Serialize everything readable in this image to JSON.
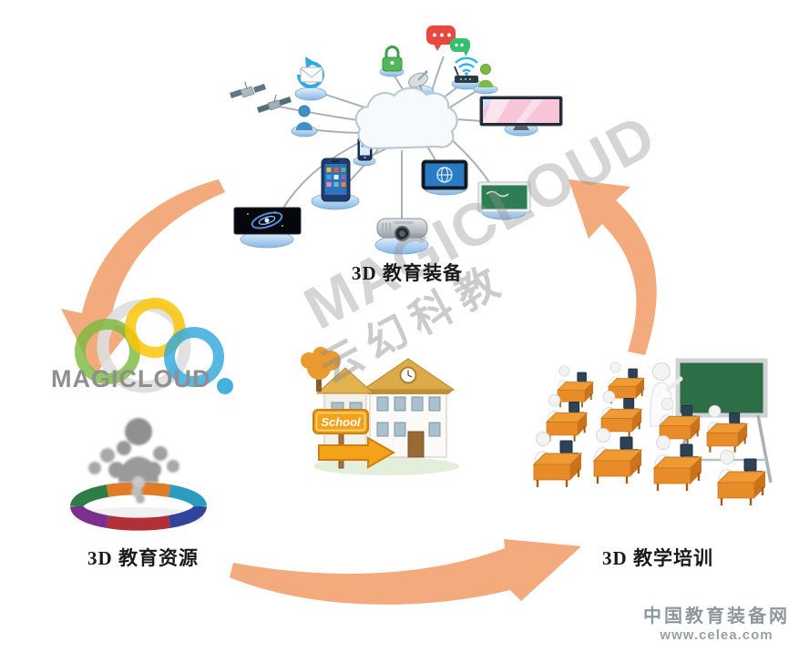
{
  "page": {
    "background": "#ffffff"
  },
  "labels": {
    "equipment": "3D 教育装备",
    "resources": "3D 教育资源",
    "training": "3D 教学培训"
  },
  "logo": {
    "text": "MAGICLOUD"
  },
  "school": {
    "sign": "School"
  },
  "watermarks": {
    "magicloud": "MAGICLOUD",
    "yunhuan": "云幻科教",
    "site_name": "中国教育装备网",
    "site_url": "www.celea.com"
  },
  "colors": {
    "arrow": "#f3ab7d",
    "pedestal_blue": "#8cb8e4",
    "desk_orange": "#ef9b34",
    "board_green": "#2e6e46",
    "sign_orange": "#f5a21b",
    "logo_text": "#8f8f8f",
    "label_text": "#1a1a1a",
    "watermark_gray": "#bdbdbd"
  },
  "icons": {
    "network_devices": [
      "cloud",
      "chat-bubbles",
      "padlock",
      "satellite-dish",
      "wifi-router",
      "person",
      "email-sync",
      "satellite",
      "widescreen-display",
      "smartphone",
      "mobile-phone",
      "tablet",
      "interactive-whiteboard",
      "space-display",
      "projector"
    ],
    "center": "school-building",
    "bottom_left": "3d-figures-resource-sculpture",
    "bottom_right": "classroom-training-scene"
  }
}
